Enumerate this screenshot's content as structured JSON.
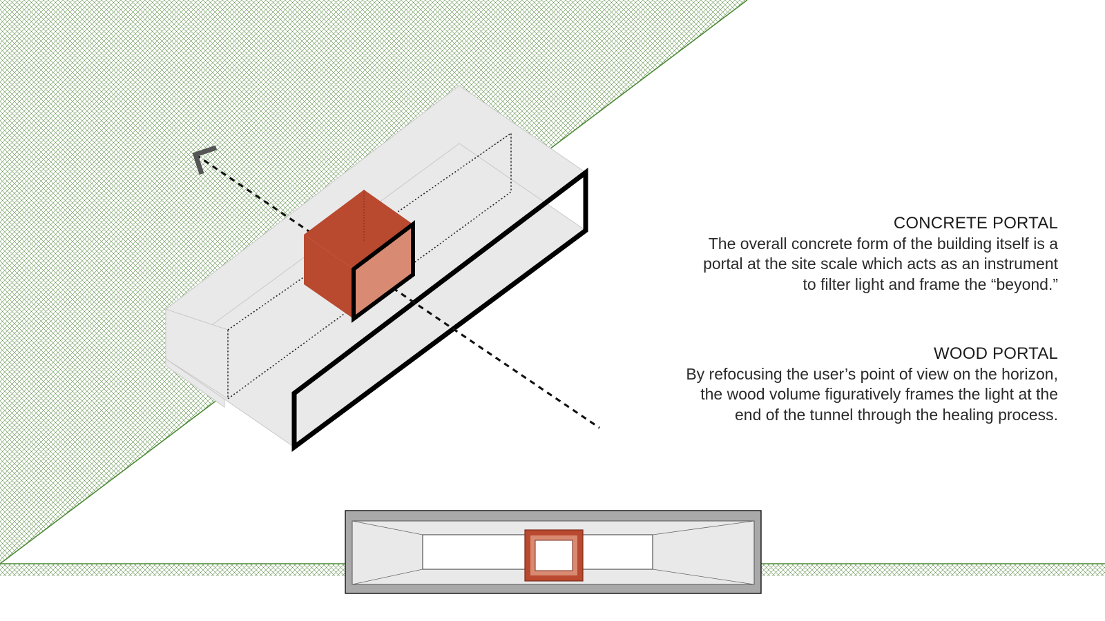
{
  "colors": {
    "hatch": "#5f8f4a",
    "ground_line": "#4c8a36",
    "concrete_fill": "#e9e9e9",
    "concrete_edge": "#c9c9c9",
    "frame": "#000000",
    "wood": "#b9492f",
    "wood_light": "#d98a72",
    "arrow": "#555555",
    "section_outer": "#a9a9a9"
  },
  "icons": {
    "arrow_head": "view-direction-arrowhead"
  },
  "concrete_portal": {
    "heading": "CONCRETE PORTAL",
    "lines": [
      "The overall concrete form of the building itself is a",
      "portal at the site scale which acts as an instrument",
      "to filter light and frame the “beyond.”"
    ]
  },
  "wood_portal": {
    "heading": "WOOD PORTAL",
    "lines": [
      "By refocusing the user’s point of view on the horizon,",
      "the wood volume figuratively frames the light at the",
      "end of the tunnel through the healing process."
    ]
  }
}
